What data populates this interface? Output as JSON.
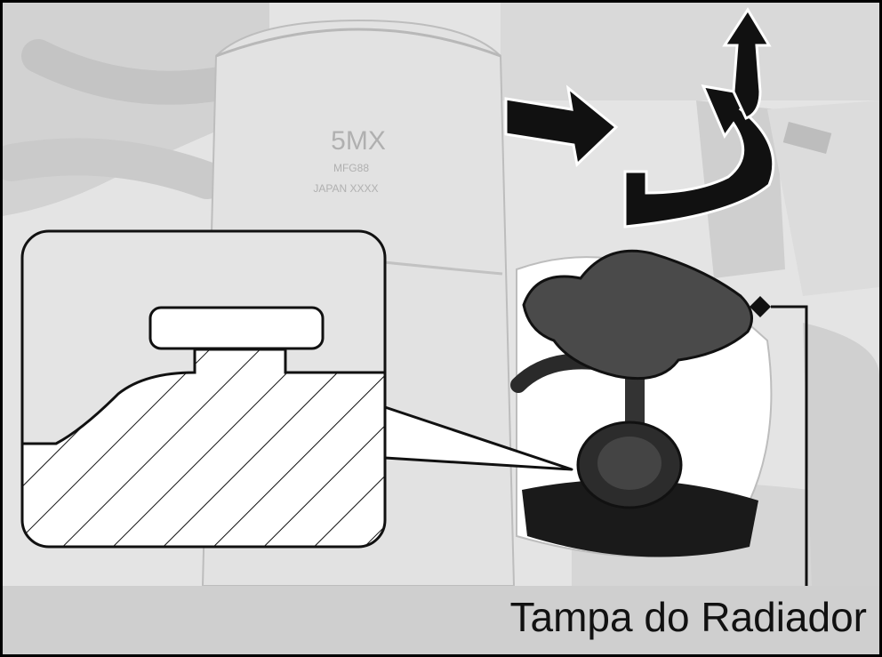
{
  "caption": {
    "label": "Tampa do Radiador"
  },
  "engraving": {
    "line1": "5MX",
    "line2": "MFG88",
    "line3": "JAPAN XXXX"
  },
  "icons": {
    "push_arrow": "arrow-right-icon",
    "turn_arrow": "rotate-counterclockwise-icon",
    "lift_arrow": "arrow-up-icon",
    "pointer": "diamond-pointer-icon"
  },
  "colors": {
    "background": "#cfcfcf",
    "illustration": "#e6e6e6",
    "cap": "#4a4a4a",
    "ink": "#111111"
  }
}
